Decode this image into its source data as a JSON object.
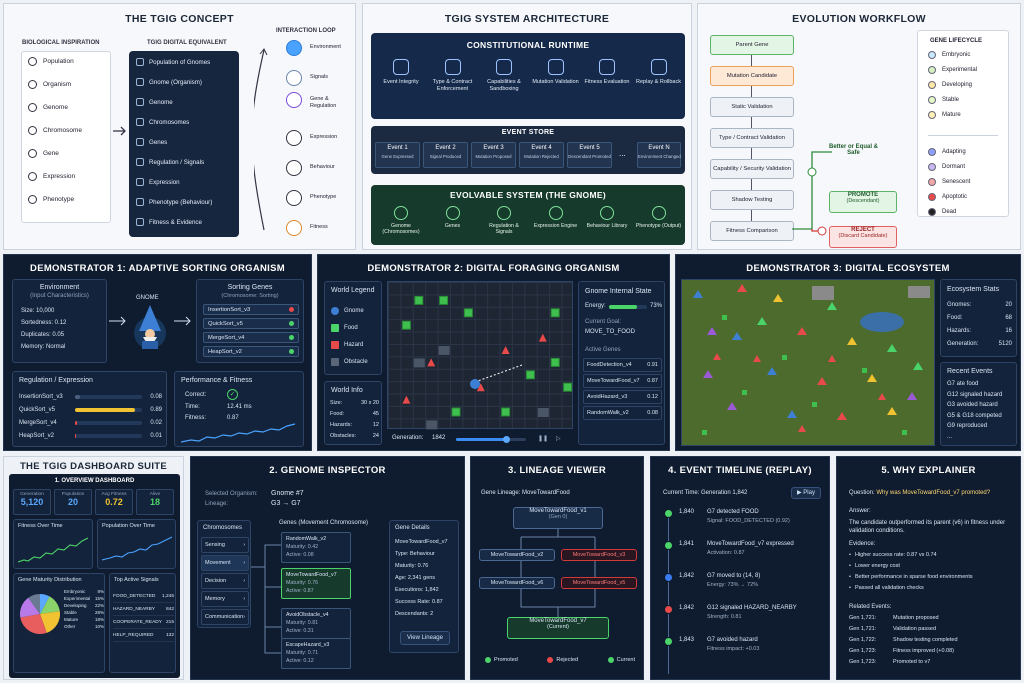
{
  "concept": {
    "title": "THE TGIG CONCEPT",
    "bio_head": "BIOLOGICAL INSPIRATION",
    "dig_head": "TGIG DIGITAL EQUIVALENT",
    "loop_head": "INTERACTION LOOP",
    "bio": [
      "Population",
      "Organism",
      "Genome",
      "Chromosome",
      "Gene",
      "Expression",
      "Phenotype"
    ],
    "digital": [
      "Population of Gnomes",
      "Gnome (Organism)",
      "Genome",
      "Chromosomes",
      "Genes",
      "Regulation / Signals",
      "Expression",
      "Phenotype (Behaviour)",
      "Fitness & Evidence"
    ],
    "loop": [
      "Environment",
      "Signals",
      "Gene & Regulation",
      "Expression",
      "Behaviour",
      "Phenotype",
      "Fitness"
    ]
  },
  "arch": {
    "title": "TGIG SYSTEM ARCHITECTURE",
    "runtime": "CONSTITUTIONAL RUNTIME",
    "runtime_items": [
      "Event Integrity",
      "Type & Contract Enforcement",
      "Capabilities & Sandboxing",
      "Mutation Validation",
      "Fitness Evaluation",
      "Replay & Rollback"
    ],
    "store": "EVENT STORE",
    "events": [
      {
        "h": "Event 1",
        "s": "Gene Expressed"
      },
      {
        "h": "Event 2",
        "s": "Signal Produced"
      },
      {
        "h": "Event 3",
        "s": "Mutation Proposed"
      },
      {
        "h": "Event 4",
        "s": "Mutation Rejected"
      },
      {
        "h": "Event 5",
        "s": "Descendant Promoted"
      },
      {
        "h": "Event N",
        "s": "Environment Changed"
      }
    ],
    "dots": "...",
    "evolvable": "EVOLVABLE SYSTEM (THE GNOME)",
    "evolvable_items": [
      "Genome (Chromosomes)",
      "Genes",
      "Regulation & Signals",
      "Expression Engine",
      "Behaviour Library",
      "Phenotype (Output)"
    ]
  },
  "evo": {
    "title": "EVOLUTION WORKFLOW",
    "steps": [
      "Parent Gene",
      "Mutation Candidate",
      "Static Validation",
      "Type / Contract Validation",
      "Capability / Security Validation",
      "Shadow Testing",
      "Fitness Comparison"
    ],
    "better": "Better or Equal & Safe",
    "promote": "PROMOTE",
    "promote_sub": "(Descendant)",
    "reject": "REJECT",
    "reject_sub": "(Discard Candidate)",
    "lifecycle_title": "GENE LIFECYCLE",
    "lifecycle": [
      {
        "n": "Embryonic",
        "c": "#c7e8ff"
      },
      {
        "n": "Experimental",
        "c": "#d6f0c2"
      },
      {
        "n": "Developing",
        "c": "#ffe9a6"
      },
      {
        "n": "Stable",
        "c": "#e6f7c8"
      },
      {
        "n": "Mature",
        "c": "#fff0b8"
      },
      {
        "n": "Adapting",
        "c": "#8fa0ff"
      },
      {
        "n": "Dormant",
        "c": "#c9b8f0"
      },
      {
        "n": "Senescent",
        "c": "#f2a6a6"
      },
      {
        "n": "Apoptotic",
        "c": "#e84a4a"
      },
      {
        "n": "Dead",
        "c": "#222222"
      }
    ]
  },
  "d1": {
    "title": "DEMONSTRATOR 1: ADAPTIVE SORTING ORGANISM",
    "env_title": "Environment",
    "env_sub": "(Input Characteristics)",
    "env": [
      "Size: 10,000",
      "Sortedness: 0.12",
      "Duplicates: 0.05",
      "Memory:  Normal"
    ],
    "gnome": "GNOME",
    "sg_title": "Sorting Genes",
    "sg_sub": "(Chromosome: Sorting)",
    "sg": [
      {
        "n": "InsertionSort_v3",
        "c": "#e84a4a"
      },
      {
        "n": "QuickSort_v5",
        "c": "#4bd46a"
      },
      {
        "n": "MergeSort_v4",
        "c": "#4bd46a"
      },
      {
        "n": "HeapSort_v2",
        "c": "#4bd46a"
      }
    ],
    "reg_title": "Regulation / Expression",
    "reg": [
      {
        "n": "InsertionSort_v3",
        "v": "0.08",
        "p": 0.08,
        "c": "#4a5f7d"
      },
      {
        "n": "QuickSort_v5",
        "v": "0.89",
        "p": 0.89,
        "c": "#f1c232"
      },
      {
        "n": "MergeSort_v4",
        "v": "0.02",
        "p": 0.03,
        "c": "#e84a4a"
      },
      {
        "n": "HeapSort_v2",
        "v": "0.01",
        "p": 0.02,
        "c": "#e84a4a"
      }
    ],
    "perf_title": "Performance & Fitness",
    "correct": "Correct:",
    "time": "Time:",
    "time_v": "12.41 ms",
    "fitness": "Fitness:",
    "fitness_v": "0.87"
  },
  "d2": {
    "title": "DEMONSTRATOR 2: DIGITAL FORAGING ORGANISM",
    "legend_title": "World Legend",
    "legend": [
      "Gnome",
      "Food",
      "Hazard",
      "Obstacle"
    ],
    "info_title": "World Info",
    "info": [
      {
        "k": "Size:",
        "v": "30 x 20"
      },
      {
        "k": "Food:",
        "v": "45"
      },
      {
        "k": "Hazards:",
        "v": "12"
      },
      {
        "k": "Obstacles:",
        "v": "24"
      }
    ],
    "gen_label": "Generation:",
    "gen": "1842",
    "state_title": "Gnome Internal State",
    "energy": "Energy:",
    "energy_v": "73%",
    "energy_p": 0.73,
    "goal_label": "Current Goal:",
    "goal": "MOVE_TO_FOOD",
    "active_title": "Active Genes",
    "active": [
      {
        "n": "FoodDetection_v4",
        "v": "0.91"
      },
      {
        "n": "MoveTowardFood_v7",
        "v": "0.87"
      },
      {
        "n": "AvoidHazard_v3",
        "v": "0.12"
      },
      {
        "n": "RandomWalk_v2",
        "v": "0.08"
      }
    ]
  },
  "d3": {
    "title": "DEMONSTRATOR 3: DIGITAL ECOSYSTEM",
    "stats_title": "Ecosystem Stats",
    "stats": [
      {
        "k": "Gnomes:",
        "v": "20"
      },
      {
        "k": "Food:",
        "v": "68"
      },
      {
        "k": "Hazards:",
        "v": "16"
      },
      {
        "k": "Generation:",
        "v": "5120"
      }
    ],
    "recent_title": "Recent Events",
    "recent": [
      "G7 ate food",
      "G12 signaled hazard",
      "G3 avoided hazard",
      "G5 & G18 competed",
      "G9 reproduced",
      "..."
    ]
  },
  "suite": {
    "title": "THE TGIG DASHBOARD SUITE",
    "sub": "1. OVERVIEW DASHBOARD",
    "kpis": [
      {
        "k": "Generation",
        "v": "5,120"
      },
      {
        "k": "Population",
        "v": "20"
      },
      {
        "k": "Avg Fitness",
        "v": "0.72"
      },
      {
        "k": "Alive",
        "v": "18"
      }
    ],
    "ch1": "Fitness Over Time",
    "ch2": "Population Over Time",
    "pie_title": "Gene Maturity Distribution",
    "pie": [
      {
        "n": "Embryonic",
        "v": "8%",
        "p": 8,
        "c": "#5aa9ff"
      },
      {
        "n": "Experimental",
        "v": "15%",
        "p": 15,
        "c": "#8ad36b"
      },
      {
        "n": "Developing",
        "v": "22%",
        "p": 22,
        "c": "#f1c232"
      },
      {
        "n": "Stable",
        "v": "28%",
        "p": 28,
        "c": "#e85d5d"
      },
      {
        "n": "Mature",
        "v": "18%",
        "p": 18,
        "c": "#b77ae8"
      },
      {
        "n": "Other",
        "v": "10%",
        "p": 10,
        "c": "#6a7a92"
      }
    ],
    "sig_title": "Top Active Signals",
    "signals": [
      {
        "n": "FOOD_DETECTED",
        "v": "1,245"
      },
      {
        "n": "HAZARD_NEARBY",
        "v": "842"
      },
      {
        "n": "COOPERATE_READY",
        "v": "215"
      },
      {
        "n": "HELP_REQUIRED",
        "v": "132"
      }
    ]
  },
  "gi": {
    "title": "2. GENOME INSPECTOR",
    "sel": "Selected Organism:",
    "sel_v": "Gnome #7",
    "lin": "Lineage:",
    "lin_v": "G3 → G7",
    "genes_title": "Genes (Movement Chromosome)",
    "chromos_title": "Chromosomes",
    "chromos": [
      "Sensing",
      "Movement",
      "Decision",
      "Memory",
      "Communication"
    ],
    "genes": [
      {
        "n": "RandomWalk_v2",
        "m": "Maturity: 0.42",
        "a": "Active: 0.08"
      },
      {
        "n": "MoveTowardFood_v7",
        "m": "Maturity: 0.76",
        "a": "Active: 0.87"
      },
      {
        "n": "AvoidObstacle_v4",
        "m": "Maturity: 0.81",
        "a": "Active: 0.31"
      },
      {
        "n": "EscapeHazard_v3",
        "m": "Maturity: 0.71",
        "a": "Active: 0.12"
      }
    ],
    "details_title": "Gene Details",
    "details_name": "MoveTowardFood_v7",
    "details": [
      "Type: Behaviour",
      "Maturity: 0.76",
      "Age: 2,341 gens",
      "Executions: 1,842",
      "Success Rate: 0.87",
      "Descendants: 2"
    ],
    "view": "View Lineage"
  },
  "lv": {
    "title": "3. LINEAGE VIEWER",
    "sub": "Gene Lineage: MoveTowardFood",
    "root": "MoveTowardFood_v1",
    "root_sub": "(Gen 0)",
    "n2": "MoveTowardFood_v2",
    "n3": "MoveTowardFood_v3",
    "n6": "MoveTowardFood_v6",
    "n5": "MoveTowardFood_v5",
    "cur": "MoveTowardFood_v7",
    "cur_sub": "(Current)",
    "legend": [
      "Promoted",
      "Rejected",
      "Current"
    ]
  },
  "et": {
    "title": "4. EVENT TIMELINE (REPLAY)",
    "cur": "Current Time: Generation 1,842",
    "play": "▶ Play",
    "events": [
      {
        "g": "1,840",
        "t": "G7 detected FOOD",
        "s": "Signal: FOOD_DETECTED (0.92)",
        "c": "#4bd46a"
      },
      {
        "g": "1,841",
        "t": "MoveTowardFood_v7 expressed",
        "s": "Activation: 0.87",
        "c": "#4bd46a"
      },
      {
        "g": "1,842",
        "t": "G7 moved to (14, 8)",
        "s": "Energy: 73% → 72%",
        "c": "#3a7df0"
      },
      {
        "g": "1,842",
        "t": "G12 signaled HAZARD_NEARBY",
        "s": "Strength: 0.81",
        "c": "#e84a4a"
      },
      {
        "g": "1,843",
        "t": "G7 avoided hazard",
        "s": "Fitness impact: +0.03",
        "c": "#4bd46a"
      }
    ]
  },
  "we": {
    "title": "5. WHY EXPLAINER",
    "q": "Question:",
    "q_v": "Why was MoveTowardFood_v7 promoted?",
    "ans": "Answer:",
    "ans_v": "The candidate outperformed its parent (v6) in fitness under validation conditions.",
    "ev": "Evidence:",
    "evidence": [
      "Higher success rate: 0.87 vs 0.74",
      "Lower energy cost",
      "Better performance in sparse food environments",
      "Passed all validation checks"
    ],
    "rel": "Related Events:",
    "related": [
      {
        "g": "Gen 1,721:",
        "t": "Mutation proposed"
      },
      {
        "g": "Gen 1,721:",
        "t": "Validation passed"
      },
      {
        "g": "Gen 1,722:",
        "t": "Shadow testing completed"
      },
      {
        "g": "Gen 1,723:",
        "t": "Fitness improved (+0.08)"
      },
      {
        "g": "Gen 1,723:",
        "t": "Promoted to v7"
      }
    ]
  }
}
